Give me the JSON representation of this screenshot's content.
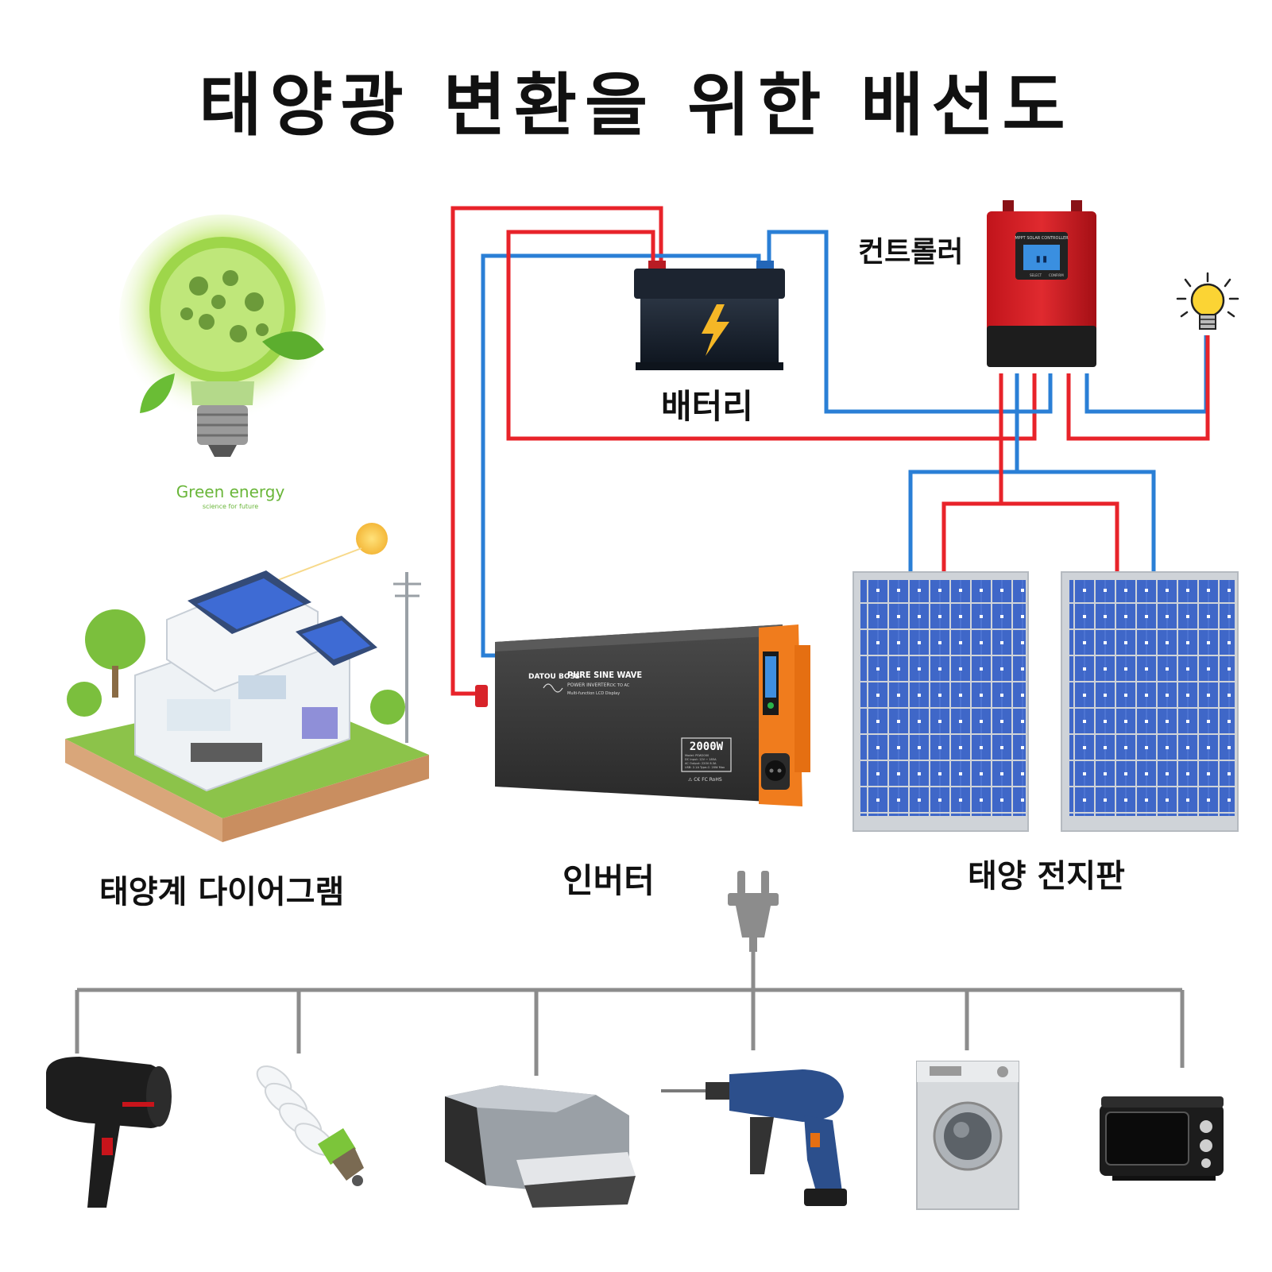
{
  "title": "태양광 변환을 위한 배선도",
  "labels": {
    "battery": "배터리",
    "controller": "컨트롤러",
    "solar_diagram": "태양계 다이어그램",
    "inverter": "인버터",
    "solar_panels": "태양 전지판"
  },
  "green_energy": {
    "text": "Green energy",
    "subtext": "science for future"
  },
  "controller_screen": {
    "header": "MPPT SOLAR CONTROLLER",
    "buttons": [
      "SELECT",
      "CONFIRM"
    ]
  },
  "inverter": {
    "brand": "DATOU BOSS",
    "line1": "PURE SINE WAVE",
    "line2": "POWER INVERTER",
    "line2b": "DC TO AC",
    "line3": "Multi-function LCD Display",
    "power": "2000W",
    "spec_lines": [
      "Model: PSW2000",
      "DC Input: 12V ⎓ 185A",
      "AC Output: 220V 8.3A",
      "USB: 2.1A   Type-C: 20W Max"
    ],
    "cert": "⚠ C€ FC RoHS"
  },
  "colors": {
    "positive_wire": "#e8232a",
    "negative_wire": "#2a7fd6",
    "load_line": "#8c8c8c"
  },
  "appliances": [
    "hair-dryer",
    "cfl-bulb",
    "printer",
    "power-drill",
    "washing-machine",
    "microwave-oven"
  ]
}
